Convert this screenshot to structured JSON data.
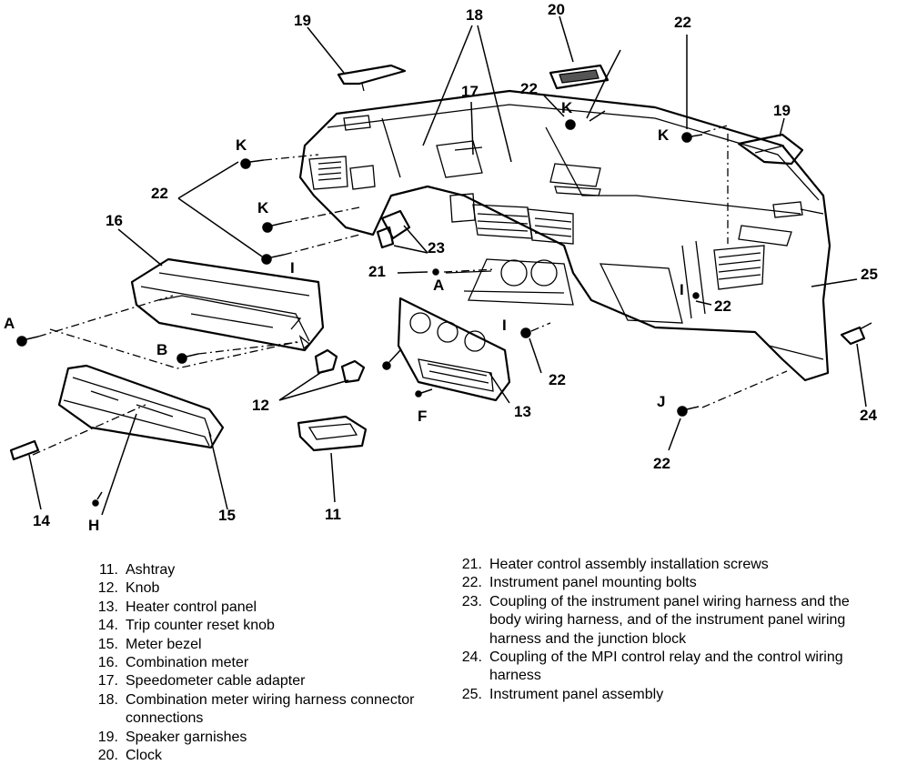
{
  "callouts": {
    "n11": "11",
    "n12": "12",
    "n13": "13",
    "n14": "14",
    "n15": "15",
    "n16": "16",
    "n17": "17",
    "n18": "18",
    "n19": "19",
    "n20": "20",
    "n21": "21",
    "n22": "22",
    "n23": "23",
    "n24": "24",
    "n25": "25",
    "A": "A",
    "B": "B",
    "F": "F",
    "H": "H",
    "I": "I",
    "J": "J",
    "K": "K"
  },
  "legend_left": [
    {
      "num": "11.",
      "text": "Ashtray"
    },
    {
      "num": "12.",
      "text": "Knob"
    },
    {
      "num": "13.",
      "text": "Heater control panel"
    },
    {
      "num": "14.",
      "text": "Trip counter reset knob"
    },
    {
      "num": "15.",
      "text": "Meter bezel"
    },
    {
      "num": "16.",
      "text": "Combination meter"
    },
    {
      "num": "17.",
      "text": "Speedometer cable adapter"
    },
    {
      "num": "18.",
      "text": "Combination meter wiring harness connector connections"
    },
    {
      "num": "19.",
      "text": "Speaker garnishes"
    },
    {
      "num": "20.",
      "text": "Clock"
    }
  ],
  "legend_right": [
    {
      "num": "21.",
      "text": "Heater control assembly installation screws"
    },
    {
      "num": "22.",
      "text": "Instrument panel mounting bolts"
    },
    {
      "num": "23.",
      "text": "Coupling of the instrument panel wiring harness and the body wiring harness, and of the instrument panel wiring harness and the junction block"
    },
    {
      "num": "24.",
      "text": "Coupling of the MPI control relay and the control wiring harness"
    },
    {
      "num": "25.",
      "text": "Instrument panel assembly"
    }
  ]
}
